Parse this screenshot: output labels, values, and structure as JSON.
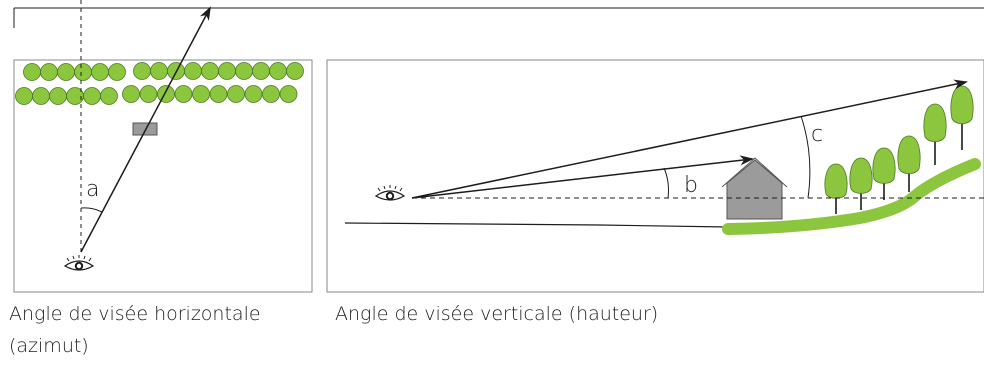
{
  "left_panel": {
    "angle_label": "a",
    "caption_line1": "Angle de visée horizontale",
    "caption_line2": "(azimut)"
  },
  "right_panel": {
    "angle_b_label": "b",
    "angle_c_label": "c",
    "caption": "Angle de visée verticale (hauteur)"
  },
  "colors": {
    "vegetation": "#8cc63f",
    "vegetation_outline": "#4a7a22",
    "building": "#9b9b9b",
    "building_outline": "#555555",
    "line": "#1d1d1d",
    "frame": "#8a8a8a"
  },
  "icons": {
    "observer": "eye-icon",
    "arrow": "arrow-head"
  }
}
